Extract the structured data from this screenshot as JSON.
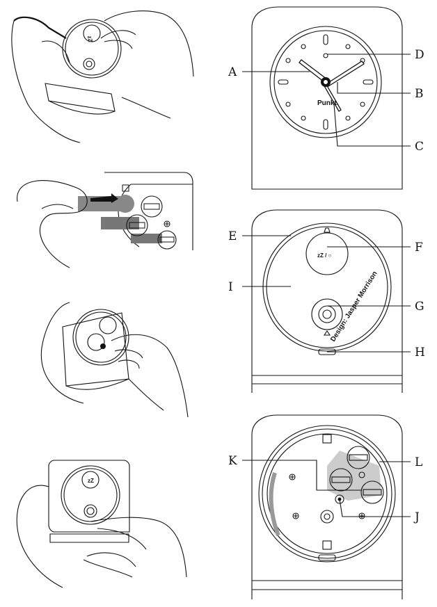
{
  "callouts": {
    "A": "A",
    "B": "B",
    "C": "C",
    "D": "D",
    "E": "E",
    "F": "F",
    "G": "G",
    "H": "H",
    "I": "I",
    "J": "J",
    "K": "K",
    "L": "L"
  },
  "clock_brand": "Punkt.",
  "snooze_symbol": "zZ / ○",
  "design_credit": "Design: Jasper Morrison",
  "instruction_steps": [
    {
      "name": "step-1-remove-back-cover"
    },
    {
      "name": "step-2-insert-battery"
    },
    {
      "name": "step-3-turn-knob"
    },
    {
      "name": "step-4-close-cover"
    }
  ]
}
